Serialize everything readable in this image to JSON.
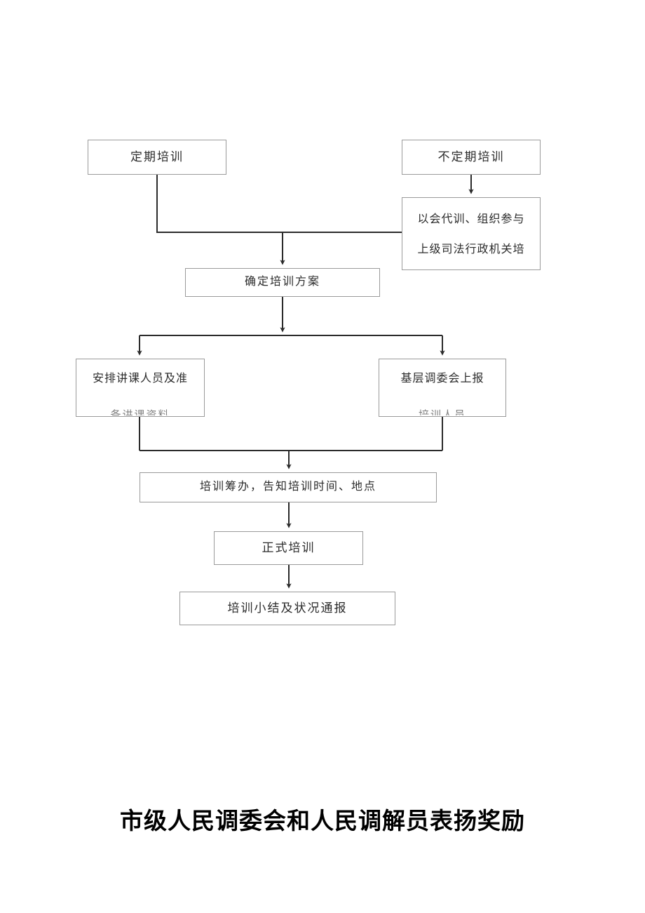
{
  "document": {
    "title_bottom": "市级人民调委会和人民调解员表扬奖励"
  },
  "flowchart": {
    "type": "flowchart",
    "orientation": "top-to-bottom",
    "nodes": [
      {
        "id": "regular",
        "label": "定期培训"
      },
      {
        "id": "irregular",
        "label": "不定期培训"
      },
      {
        "id": "meeting",
        "label_line1": "以会代训、组织参与",
        "label_line2": "上级司法行政机关培"
      },
      {
        "id": "plan",
        "label": "确定培训方案"
      },
      {
        "id": "lecturer",
        "label_line1": "安排讲课人员及准",
        "label_line2": "备讲课资料"
      },
      {
        "id": "report",
        "label_line1": "基层调委会上报",
        "label_line2": "培训人员"
      },
      {
        "id": "prepare",
        "label": "培训筹办，告知培训时间、地点"
      },
      {
        "id": "formal",
        "label": "正式培训"
      },
      {
        "id": "summary",
        "label": "培训小结及状况通报"
      }
    ],
    "edges": [
      {
        "from": "irregular",
        "to": "meeting"
      },
      {
        "from": "regular",
        "to": "plan"
      },
      {
        "from": "meeting",
        "to": "plan"
      },
      {
        "from": "plan",
        "to": "lecturer"
      },
      {
        "from": "plan",
        "to": "report"
      },
      {
        "from": "lecturer",
        "to": "prepare"
      },
      {
        "from": "report",
        "to": "prepare"
      },
      {
        "from": "prepare",
        "to": "formal"
      },
      {
        "from": "formal",
        "to": "summary"
      }
    ],
    "style": {
      "box_border_color": "#9a9a9a",
      "connector_color": "#2b2b2b",
      "background": "#ffffff"
    }
  }
}
